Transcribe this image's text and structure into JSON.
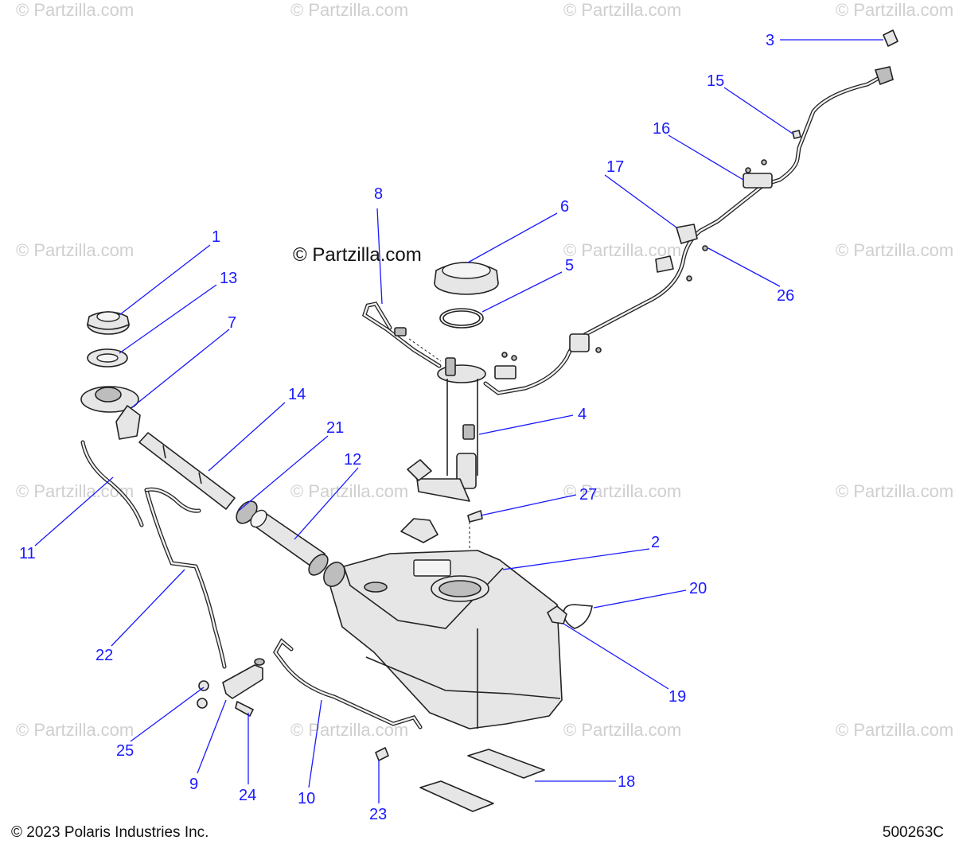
{
  "watermark_text": "© Partzilla.com",
  "brand_text": "© Partzilla.com",
  "copyright": "© 2023 Polaris Industries Inc.",
  "diagram_id": "500263C",
  "callouts": [
    "1",
    "2",
    "3",
    "4",
    "5",
    "6",
    "7",
    "8",
    "9",
    "10",
    "11",
    "12",
    "13",
    "14",
    "15",
    "16",
    "17",
    "18",
    "19",
    "20",
    "21",
    "22",
    "23",
    "24",
    "25",
    "26",
    "27"
  ],
  "colors": {
    "callout": "#1a1aff",
    "part_stroke": "#222222",
    "watermark": "#cfcfcf"
  }
}
